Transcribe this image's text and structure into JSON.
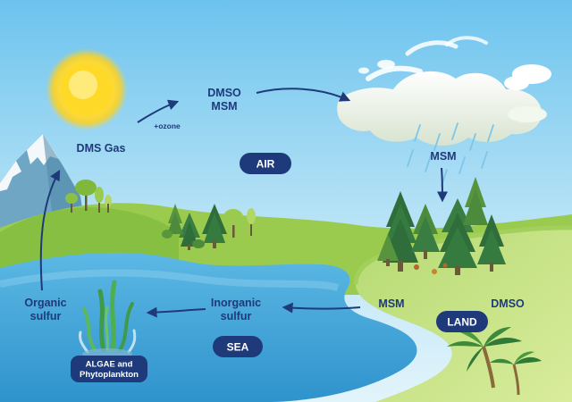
{
  "labels": {
    "dms_gas": "DMS Gas",
    "ozone": "+ozone",
    "dmso_msm_line1": "DMSO",
    "dmso_msm_line2": "MSM",
    "msm_rain": "MSM",
    "msm_land": "MSM",
    "dmso_land": "DMSO",
    "inorganic_line1": "Inorganic",
    "inorganic_line2": "sulfur",
    "organic_line1": "Organic",
    "organic_line2": "sulfur"
  },
  "badges": {
    "air": "AIR",
    "sea": "SEA",
    "land": "LAND",
    "algae_line1": "ALGAE and",
    "algae_line2": "Phytoplankton"
  },
  "colors": {
    "sky_top": "#6cc3ee",
    "sky_bottom": "#e2f4fb",
    "sea": "#3fa6d8",
    "land_green": "#8cc63f",
    "label_navy": "#1f3a7a",
    "pill_navy": "#1f3a7a"
  }
}
